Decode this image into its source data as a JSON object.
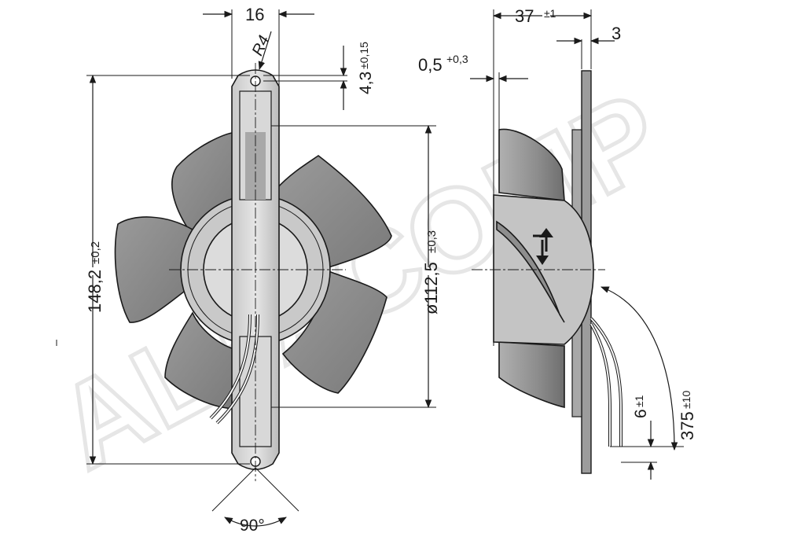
{
  "dimensions": {
    "frame_width": "16",
    "corner_radius": "R4",
    "hole_offset": {
      "value": "4,3",
      "tol": "±0,15"
    },
    "overall_height": {
      "value": "148,2",
      "tol": "±0,2"
    },
    "impeller_diameter": {
      "value": "ø112,5",
      "tol": "±0,3"
    },
    "rotation_angle": "90°",
    "depth": {
      "value": "37",
      "tol": "±1"
    },
    "plate_thickness": "3",
    "clearance": {
      "value": "0,5",
      "tol": "+0,3"
    },
    "cable_spacing": {
      "value": "6",
      "tol": "±1"
    },
    "cable_length": {
      "value": "375",
      "tol": "±10"
    }
  },
  "watermark": "ALFACOMP",
  "colors": {
    "blade_fill": "#8a8a8a",
    "frame_fill": "#bdbdbd",
    "hub_fill": "#d4d4d4",
    "line": "#1a1a1a"
  }
}
